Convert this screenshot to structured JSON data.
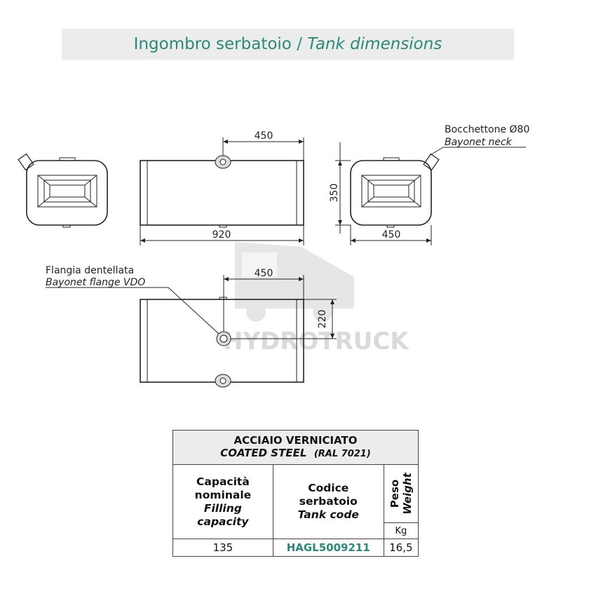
{
  "header": {
    "title_it": "Ingombro serbatoio /",
    "title_en": "Tank dimensions"
  },
  "drawing": {
    "dims": {
      "top_offset": "450",
      "length": "920",
      "height": "350",
      "width": "450",
      "bottom_offset": "450",
      "flange_height": "220"
    },
    "labels": {
      "neck_it": "Bocchettone Ø80",
      "neck_en": "Bayonet neck",
      "flange_it": "Flangia dentellata",
      "flange_en": "Bayonet flange VDO"
    },
    "watermark": "HYDROTRUCK"
  },
  "table": {
    "material_it": "ACCIAIO VERNICIATO",
    "material_en": "COATED STEEL",
    "ral": "(RAL 7021)",
    "capacity_it_1": "Capacità",
    "capacity_it_2": "nominale",
    "capacity_en_1": "Filling",
    "capacity_en_2": "capacity",
    "code_it_1": "Codice",
    "code_it_2": "serbatoio",
    "code_en": "Tank code",
    "weight_it": "Peso",
    "weight_en": "Weight",
    "weight_unit": "Kg",
    "rows": [
      {
        "capacity": "135",
        "code": "HAGL5009211",
        "weight": "16,5"
      }
    ]
  },
  "colors": {
    "accent": "#2a8a78",
    "header_bg": "#ececec"
  }
}
